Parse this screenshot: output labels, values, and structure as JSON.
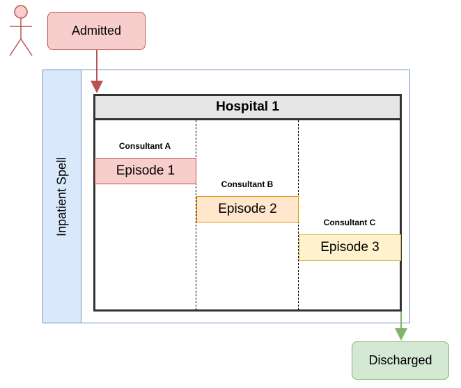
{
  "diagram": {
    "admitted_label": "Admitted",
    "discharged_label": "Discharged",
    "spell_label": "Inpatient Spell",
    "hospital_title": "Hospital 1",
    "consultants": [
      "Consultant A",
      "Consultant B",
      "Consultant C"
    ],
    "episodes": [
      "Episode 1",
      "Episode 2",
      "Episode 3"
    ]
  },
  "colors": {
    "admitted_fill": "#f8cecc",
    "admitted_stroke": "#b85450",
    "discharged_fill": "#d5e8d4",
    "discharged_stroke": "#82b366",
    "spell_fill": "#dae8fc",
    "spell_stroke": "#6c8ebf",
    "episode2_fill": "#ffe6cc",
    "episode3_fill": "#fff2cc"
  },
  "icons": {
    "actor": "person-icon"
  }
}
